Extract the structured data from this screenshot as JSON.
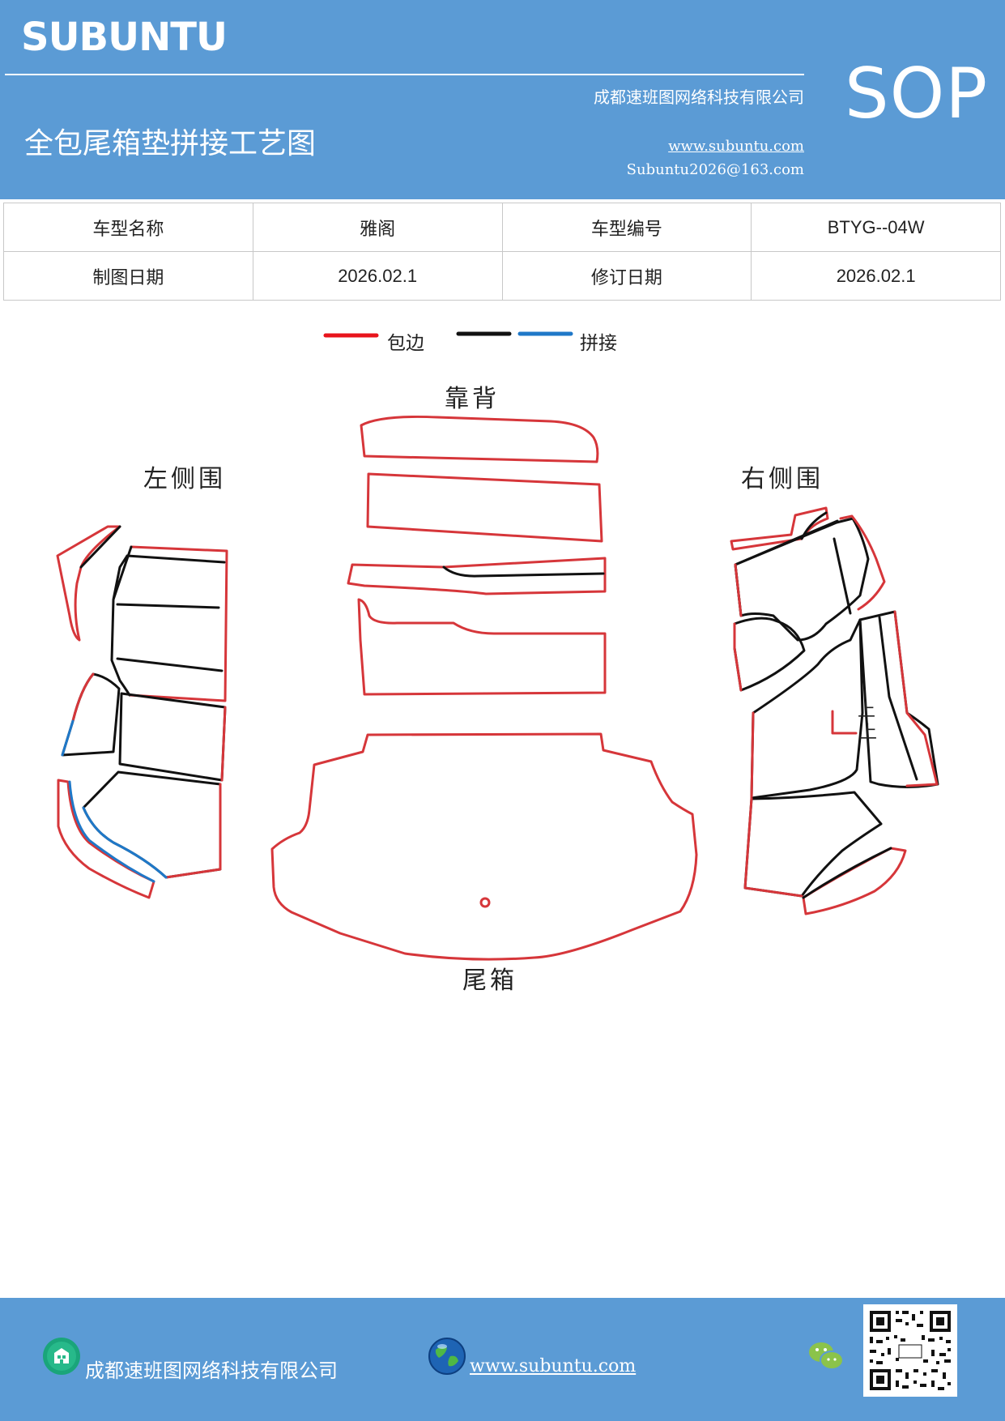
{
  "header": {
    "brand": "SUBUNTU",
    "company": "成都速班图网络科技有限公司",
    "title": "全包尾箱垫拼接工艺图",
    "website": "www.subuntu.com",
    "email": "Subuntu2026@163.com",
    "badge": "SOP"
  },
  "info_table": {
    "rows": [
      {
        "label1": "车型名称",
        "value1": "雅阁",
        "label2": "车型编号",
        "value2": "BTYG--04W"
      },
      {
        "label1": "制图日期",
        "value1": "2026.02.1",
        "label2": "修订日期",
        "value2": "2026.02.1"
      }
    ]
  },
  "legend": {
    "items": [
      {
        "label": "包边",
        "color": "#e8141c"
      },
      {
        "label": "拼接",
        "colors": [
          "#111111",
          "#1f78c8"
        ]
      }
    ]
  },
  "diagram": {
    "parts": {
      "backrest": "靠背",
      "left_side": "左侧围",
      "right_side": "右侧围",
      "trunk": "尾箱"
    },
    "marks": [
      "上",
      "上"
    ],
    "colors": {
      "edge": "#d6363a",
      "seam": "#111111",
      "splice": "#1f78c8"
    }
  },
  "footer": {
    "company": "成都速班图网络科技有限公司",
    "website": "www.subuntu.com",
    "icons": [
      "building-icon",
      "globe-icon",
      "wechat-icon",
      "qr-code"
    ]
  }
}
